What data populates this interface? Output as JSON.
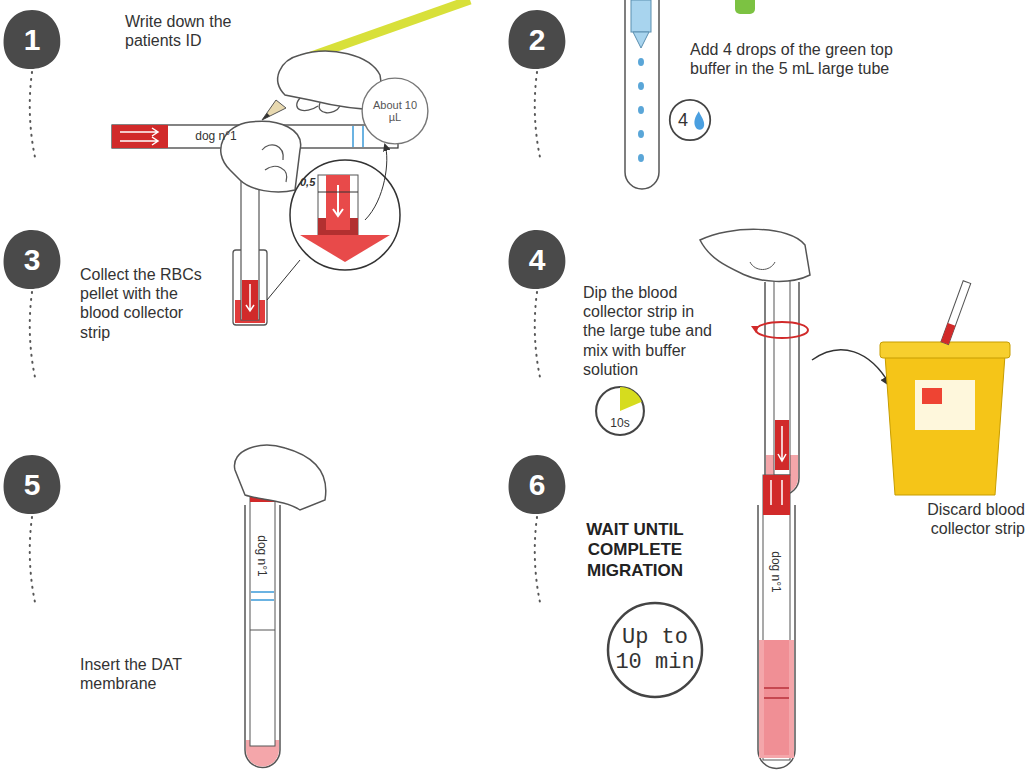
{
  "diagram": {
    "nodes": [
      {
        "text": [
          "1"
        ]
      },
      {
        "text": [
          "2"
        ]
      },
      {
        "text": [
          "4"
        ]
      },
      {
        "text": [
          "3"
        ]
      },
      {
        "text": [
          "About 10 µL"
        ]
      },
      {
        "text": [
          "4"
        ]
      },
      {
        "text": [
          "10s"
        ]
      },
      {
        "text": [
          "5"
        ]
      },
      {
        "text": [
          "6"
        ]
      },
      {
        "text": [
          "Up to 10 min"
        ]
      }
    ],
    "labels": [
      "Write down the patients ID",
      "dog n°1",
      "Add 4 drops of the green top buffer in the 5 mL large tube",
      "Collect the RBCs pellet with the blood collector strip",
      "0,5",
      "Dip the blood collector strip in the large tube and mix with buffer solution",
      "Discard blood collector strip",
      "Insert the DAT membrane",
      "dog n°1",
      "WAIT UNTIL COMPLETE MIGRATION",
      "dog n°1"
    ]
  }
}
